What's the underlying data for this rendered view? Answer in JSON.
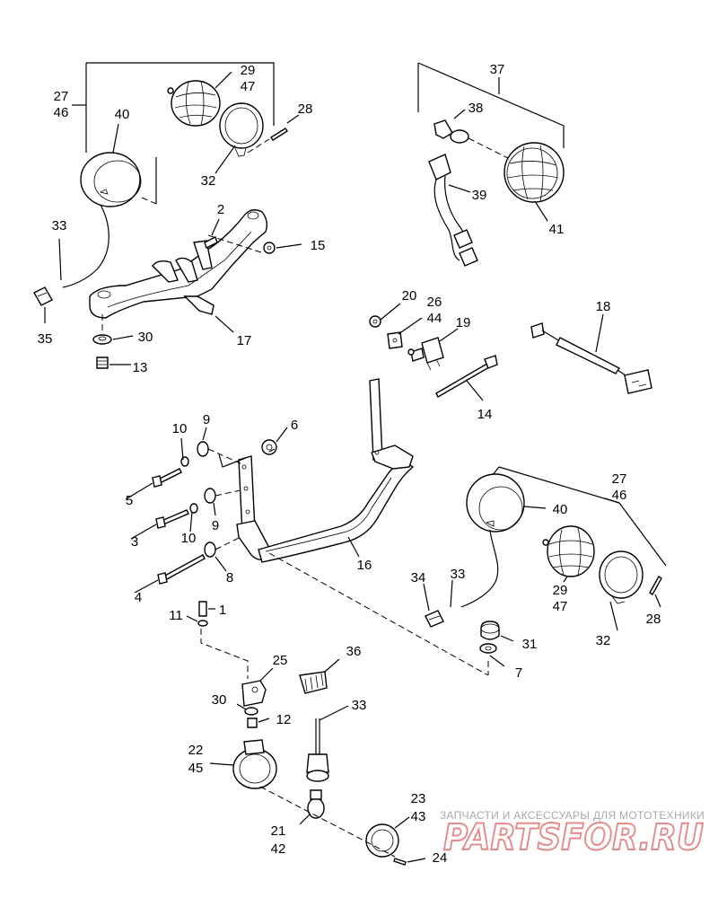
{
  "callouts": {
    "l1": "1",
    "l2": "2",
    "l3": "3",
    "l4": "4",
    "l5": "5",
    "l6": "6",
    "l7": "7",
    "l8": "8",
    "l9": "9",
    "l10": "10",
    "l11": "11",
    "l12": "12",
    "l13": "13",
    "l14": "14",
    "l15": "15",
    "l16": "16",
    "l17": "17",
    "l18": "18",
    "l19": "19",
    "l20": "20",
    "l21": "21",
    "l22": "22",
    "l23": "23",
    "l24": "24",
    "l25": "25",
    "l26": "26",
    "l27": "27",
    "l28": "28",
    "l29": "29",
    "l30": "30",
    "l31": "31",
    "l32": "32",
    "l33": "33",
    "l34": "34",
    "l35": "35",
    "l36": "36",
    "l37": "37",
    "l38": "38",
    "l39": "39",
    "l40": "40",
    "l41": "41",
    "l42": "42",
    "l43": "43",
    "l44": "44",
    "l45": "45",
    "l46": "46",
    "l47": "47"
  },
  "watermark": {
    "tagline": "ЗАПЧАСТИ И АКСЕССУАРЫ ДЛЯ МОТОТЕХНИКИ",
    "brand": "PARTSFOR.RU",
    "brand_color": "#e58a8a"
  }
}
